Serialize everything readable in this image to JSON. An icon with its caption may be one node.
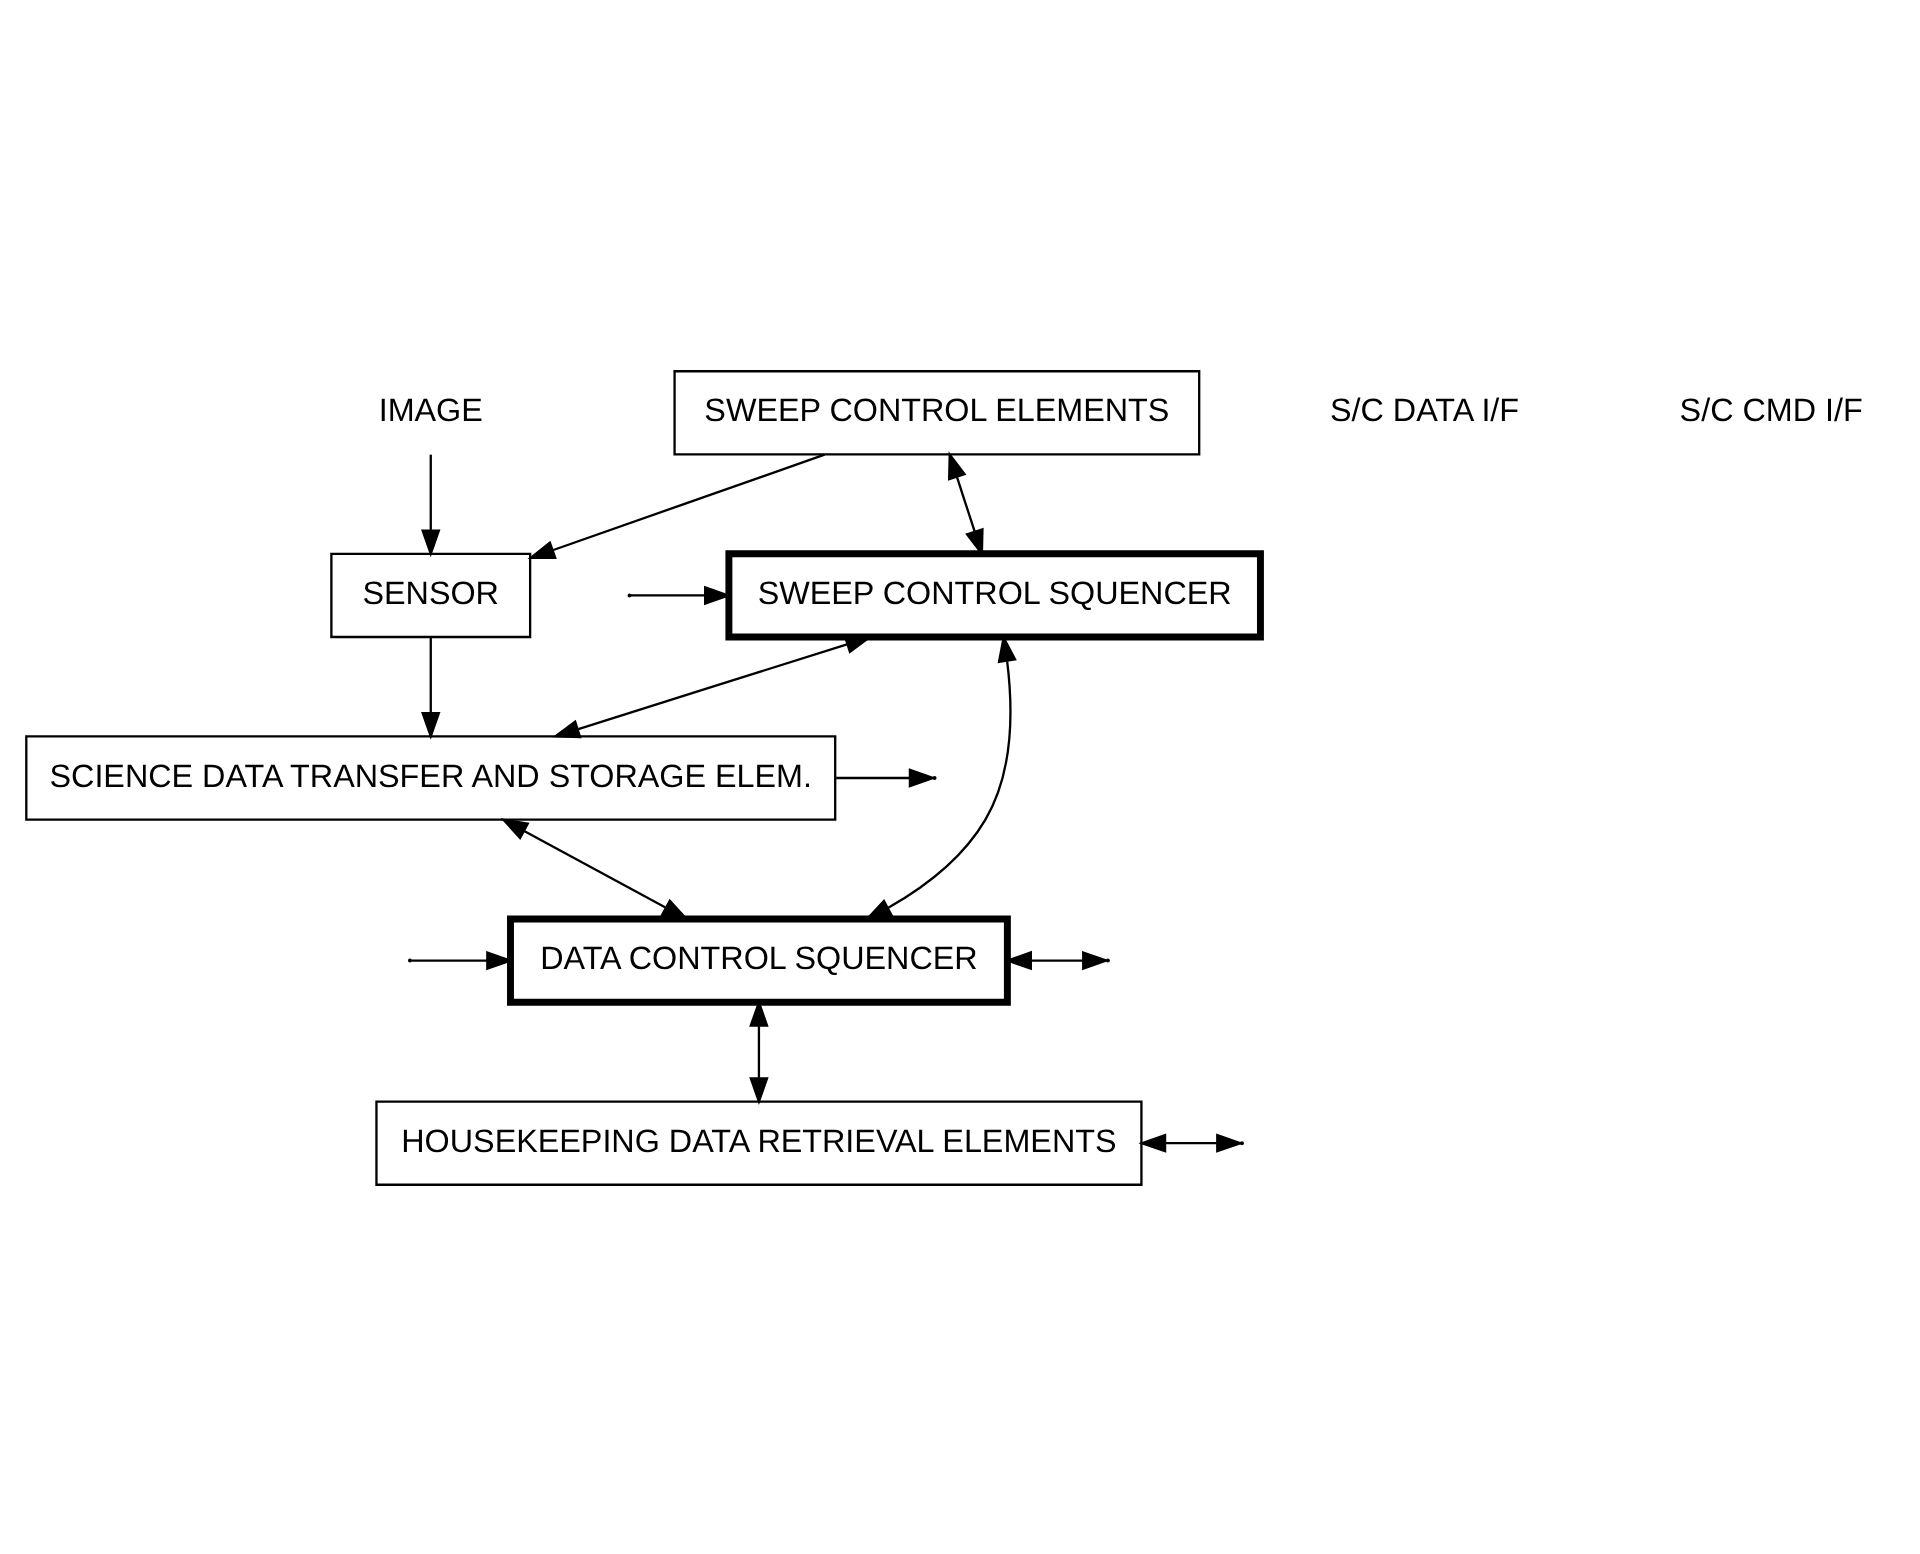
{
  "diagram": {
    "nodes": [
      {
        "text": [
          "IMAGE"
        ]
      },
      {
        "text": [
          "SENSOR"
        ]
      },
      {
        "text": [
          "SWEEP CONTROL ELEMENTS"
        ]
      },
      {
        "text": [
          "SCIENCE DATA TRANSFER AND STORAGE ELEM."
        ]
      },
      {
        "text": [
          "SWEEP CONTROL SQUENCER"
        ]
      },
      {
        "text": [
          "DATA CONTROL SQUENCER"
        ]
      },
      {
        "text": [
          "HOUSEKEEPING DATA RETRIEVAL ELEMENTS"
        ]
      }
    ],
    "edges": [
      {
        "from": 0,
        "to": 1,
        "arrow": "to"
      },
      {
        "from": 1,
        "to": 3,
        "arrow": "to"
      },
      {
        "from": 2,
        "to": 1,
        "arrow": "to"
      },
      {
        "from": 2,
        "to": 4,
        "arrow": "both"
      },
      {
        "from": 3,
        "to": null,
        "arrow": "to"
      },
      {
        "from": 4,
        "to": 3,
        "arrow": "both"
      },
      {
        "from": 3,
        "to": 5,
        "arrow": "both"
      },
      {
        "from": null,
        "to": 4,
        "arrow": "to"
      },
      {
        "from": 4,
        "to": 5,
        "arrow": "both"
      },
      {
        "from": null,
        "to": 5,
        "arrow": "to"
      },
      {
        "from": 5,
        "to": null,
        "arrow": "both"
      },
      {
        "from": 5,
        "to": 6,
        "arrow": "both"
      },
      {
        "from": 6,
        "to": null,
        "arrow": "both"
      }
    ],
    "labels": [
      "S/C DATA I/F",
      "S/C CMD I/F"
    ]
  }
}
